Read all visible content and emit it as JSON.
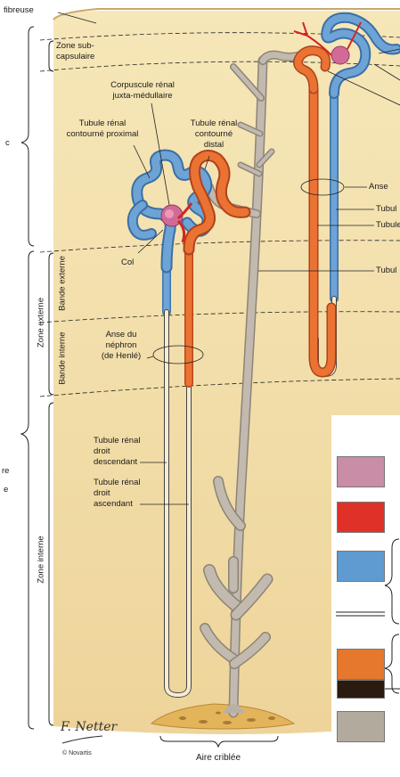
{
  "labels": {
    "fibreuse": "fibreuse",
    "zone_sub": "Zone sub-",
    "capsulaire": "capsulaire",
    "corpuscule_1": "Corpuscule rénal",
    "corpuscule_2": "juxta-médullaire",
    "tcp_1": "Tubule rénal",
    "tcp_2": "contourné proximal",
    "tcd_1": "Tubule rénal",
    "tcd_2": "contourné",
    "tcd_3": "distal",
    "col": "Col",
    "anse_1": "Anse du",
    "anse_2": "néphron",
    "anse_3": "(de Henlé)",
    "desc_1": "Tubule rénal",
    "desc_2": "droit",
    "desc_3": "descendant",
    "asc_1": "Tubule rénal",
    "asc_2": "droit",
    "asc_3": "ascendant",
    "right_anse": "Anse",
    "right_tub1": "Tubul",
    "right_tub2": "Tubule",
    "right_tub3": "Tubul",
    "zone_externe": "Zone externe",
    "bande_externe": "Bande externe",
    "bande_interne": "Bande interne",
    "zone_interne": "Zone interne",
    "aire_criblee": "Aire criblée",
    "left_c": "c",
    "left_re": "re",
    "left_e": "e",
    "signature": "F. Netter",
    "copyright": "© Novartis"
  },
  "colors": {
    "cortex": "#f4e3b0",
    "medulla": "#f1dca2",
    "blue_tubule": "#5b93c7",
    "orange_tubule": "#e4692d",
    "gray_duct": "#b9b1a6",
    "glomerulus": "#c95a8b",
    "red_vessel": "#d92b25",
    "papilla": "#e0b255"
  },
  "legend": [
    {
      "name": "swatch-glomerulus",
      "color": "#c98da7"
    },
    {
      "name": "swatch-vessel",
      "color": "#e03128"
    },
    {
      "name": "swatch-proximal",
      "color": "#5f9bd0"
    },
    {
      "name": "swatch-distal",
      "color": "#e5782d"
    },
    {
      "name": "swatch-collecting-dark",
      "color": "#2a1a10"
    },
    {
      "name": "swatch-collecting",
      "color": "#b3aa9e"
    }
  ]
}
